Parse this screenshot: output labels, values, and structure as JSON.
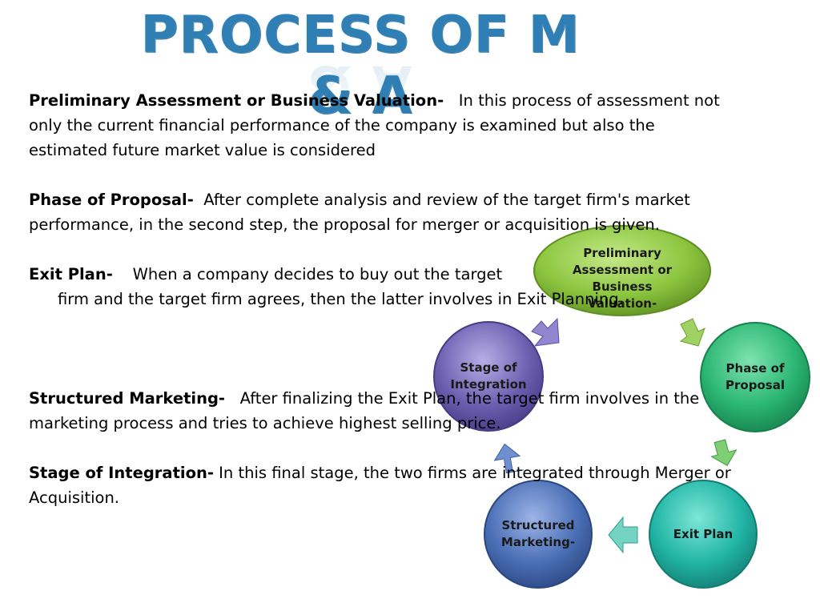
{
  "title": "PROCESS OF M & A",
  "paragraphs": [
    {
      "term": "Preliminary Assessment or Business Valuation-",
      "text": "In this process of assessment not only the current financial performance of the company is examined but also the estimated future market value is considered"
    },
    {
      "term": "Phase of Proposal-",
      "text": "After complete analysis and review of the target firm's market performance, in the second step, the proposal for merger or acquisition is given."
    },
    {
      "term": "Exit Plan-",
      "text_line1": "When a company decides to buy out the target",
      "text_line2": "firm and the target firm agrees, then the latter involves in Exit Planning."
    },
    {
      "term": "Structured Marketing-",
      "text": "After finalizing the Exit Plan, the target firm involves in the marketing process and tries to achieve highest selling price."
    },
    {
      "term": "Stage of Integration-",
      "text": "In this final stage, the two firms are integrated through Merger or Acquisition."
    }
  ],
  "diagram": {
    "nodes": [
      {
        "label": "Preliminary Assessment or Business Valuation-",
        "color": "#8cc63f"
      },
      {
        "label": "Phase of Proposal",
        "color": "#2bb673"
      },
      {
        "label": "Exit Plan",
        "color": "#21b5a5"
      },
      {
        "label": "Structured Marketing-",
        "color": "#4a6fb5"
      },
      {
        "label": "Stage of Integration",
        "color": "#6c5fb0"
      }
    ]
  },
  "colors": {
    "title": "#2f7fb4",
    "text": "#000000"
  }
}
